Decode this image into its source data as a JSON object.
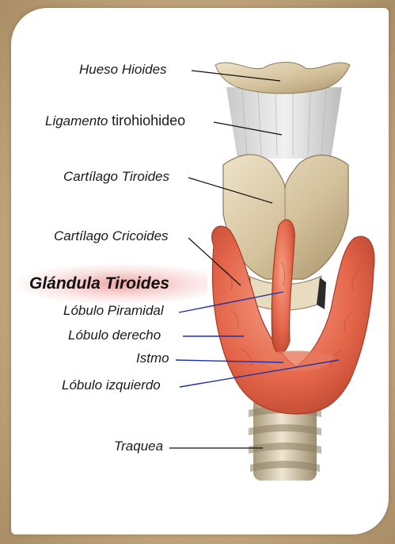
{
  "labels": {
    "hueso_hioides": "Hueso Hioides",
    "ligamento": "Ligamento",
    "tirohiohideo": "tirohiohideo",
    "cartilago_tiroides": "Cartílago Tiroides",
    "cartilago_cricoides": "Cartílago Cricoides",
    "glandula_tiroides": "Glándula Tiroides",
    "lobulo_piramidal": "Lóbulo Piramidal",
    "lobulo_derecho": "Lóbulo derecho",
    "istmo": "Istmo",
    "lobulo_izquierdo": "Lóbulo izquierdo",
    "traquea": "Traquea"
  },
  "colors": {
    "background": "#c6ad86",
    "card": "#ffffff",
    "cartilage": "#d9cbaa",
    "gland": "#e0664a",
    "ligament": "#e2e2e2",
    "leader_black": "#111111",
    "leader_blue": "#1f2fa8"
  }
}
